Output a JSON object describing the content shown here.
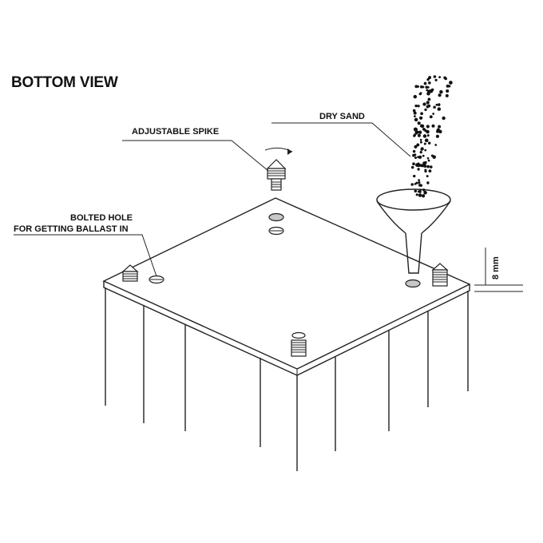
{
  "title": "BOTTOM VIEW",
  "labels": {
    "adjustable_spike": "ADJUSTABLE SPIKE",
    "dry_sand": "DRY SAND",
    "bolted_hole_line1": "BOLTED HOLE",
    "bolted_hole_line2": "FOR GETTING BALLAST IN",
    "dimension": "8 mm"
  },
  "colors": {
    "line": "#222222",
    "hole_fill": "#c8c8c8",
    "background": "#ffffff"
  },
  "icons": [
    "rotation-arrow-icon",
    "funnel-icon",
    "spike-foot-icon",
    "sand-grains-icon"
  ]
}
